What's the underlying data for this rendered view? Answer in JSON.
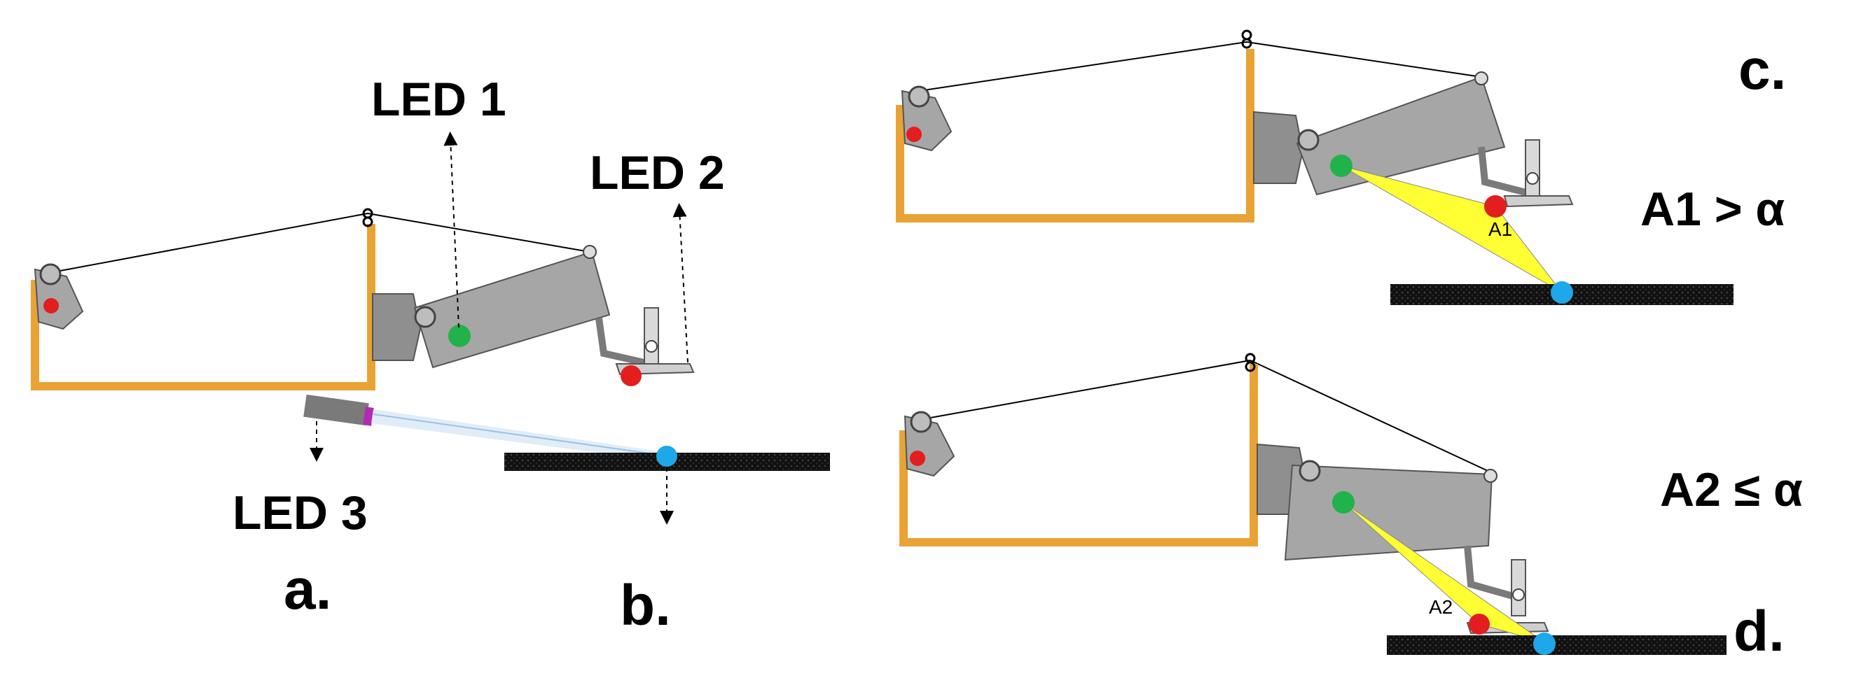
{
  "panels": {
    "a": "a.",
    "b": "b.",
    "c": "c.",
    "d": "d."
  },
  "leds": {
    "led1": "LED 1",
    "led2": "LED 2",
    "led3": "LED 3"
  },
  "conditions": {
    "c": "A1 > α",
    "d": "A2 ≤ α"
  },
  "angles": {
    "a1": "A1",
    "a2": "A2"
  },
  "colors": {
    "frame": "#e9a334",
    "arm": "#a6a6a6",
    "led_green": "#21b24b",
    "led_red": "#e41e1e",
    "led_blue": "#1ea7e9",
    "angle_fill": "#ffff33",
    "ground": "#1a1a1a"
  }
}
